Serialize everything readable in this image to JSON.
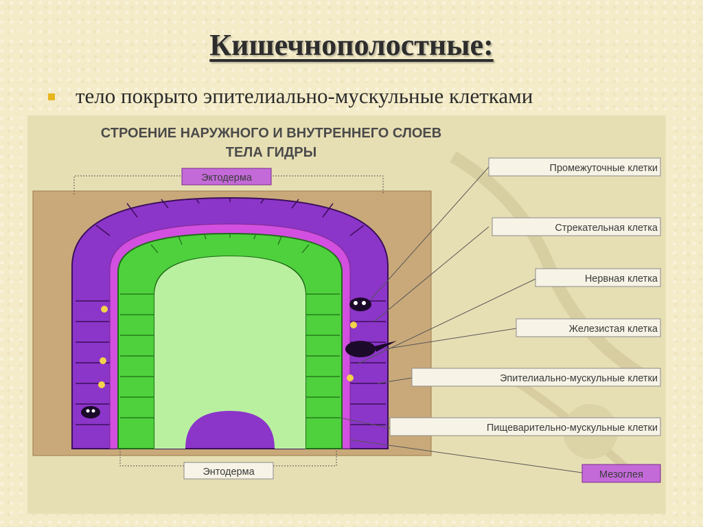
{
  "slide": {
    "title": "Кишечнополостные:",
    "bullet": "тело покрыто эпителиально-мускульные клетками"
  },
  "figure": {
    "heading_line1": "СТРОЕНИЕ НАРУЖНОГО И ВНУТРЕННЕГО СЛОЕВ",
    "heading_line2": "ТЕЛА ГИДРЫ",
    "layer_labels": {
      "ectoderm": "Эктодерма",
      "endoderm": "Энтодерма"
    },
    "cell_labels": [
      "Промежуточные клетки",
      "Стрекательная клетка",
      "Нервная клетка",
      "Железистая клетка",
      "Эпителиально-мускульные клетки",
      "Пищеварительно-мускульные клетки",
      "Мезоглея"
    ],
    "colors": {
      "ectoderm": "#8c35c9",
      "mesoglea": "#d24fe0",
      "endoderm": "#4ed13d",
      "cavity": "#b9f0a0",
      "background_box": "#c9a97a"
    }
  }
}
